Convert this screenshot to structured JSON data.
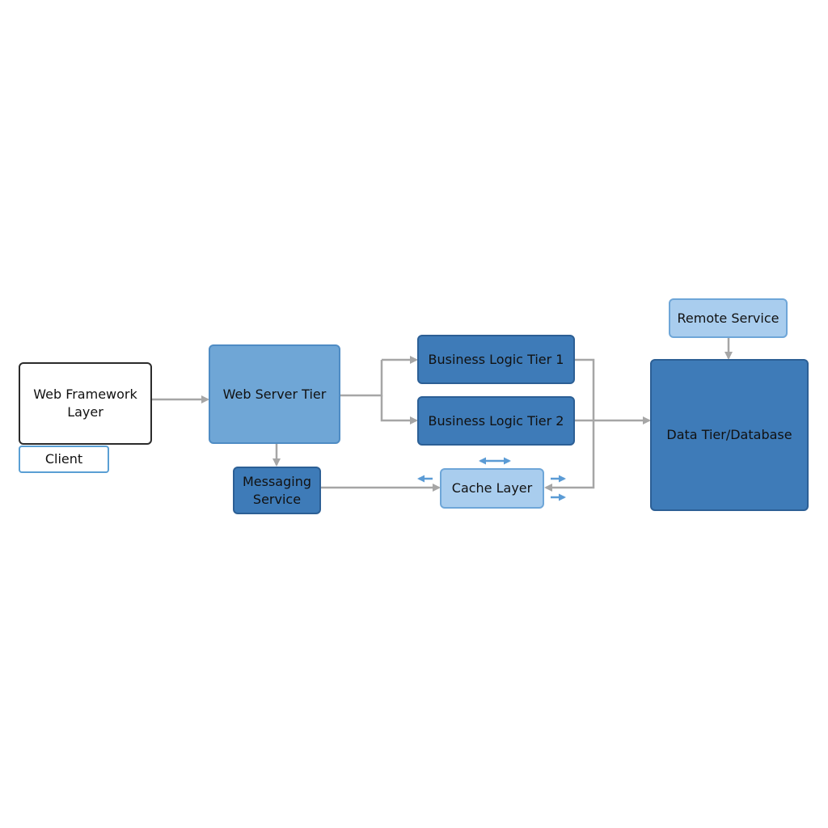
{
  "nodes": {
    "web_framework": "Web Framework Layer",
    "client": "Client",
    "web_server": "Web Server Tier",
    "messaging": "Messaging Service",
    "business_logic_1": "Business Logic Tier 1",
    "business_logic_2": "Business Logic Tier 2",
    "cache": "Cache Layer",
    "remote_service": "Remote Service",
    "data_tier": "Data Tier/Database"
  },
  "colors": {
    "connector": "#a6a6a6",
    "accent_arrow": "#5b9bd5",
    "node_dark": "#3e7bb8",
    "node_mid": "#6fa6d6",
    "node_light": "#a9cdee",
    "node_border": "#2b2b2b"
  }
}
